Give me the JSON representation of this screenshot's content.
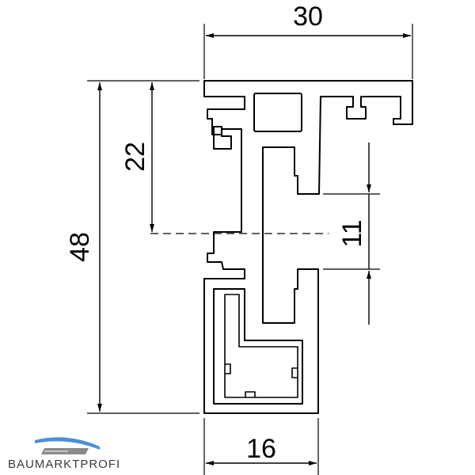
{
  "dimensions": {
    "width_top": "30",
    "height_total": "48",
    "height_upper": "22",
    "gap_right": "11",
    "width_bottom": "16"
  },
  "brand": {
    "name": "BAUMARKTPROFI"
  },
  "colors": {
    "line": "#000000",
    "logo_blue": "#4a90d9",
    "logo_gray": "#8a8a8a",
    "logo_text": "#3b3b3b"
  }
}
